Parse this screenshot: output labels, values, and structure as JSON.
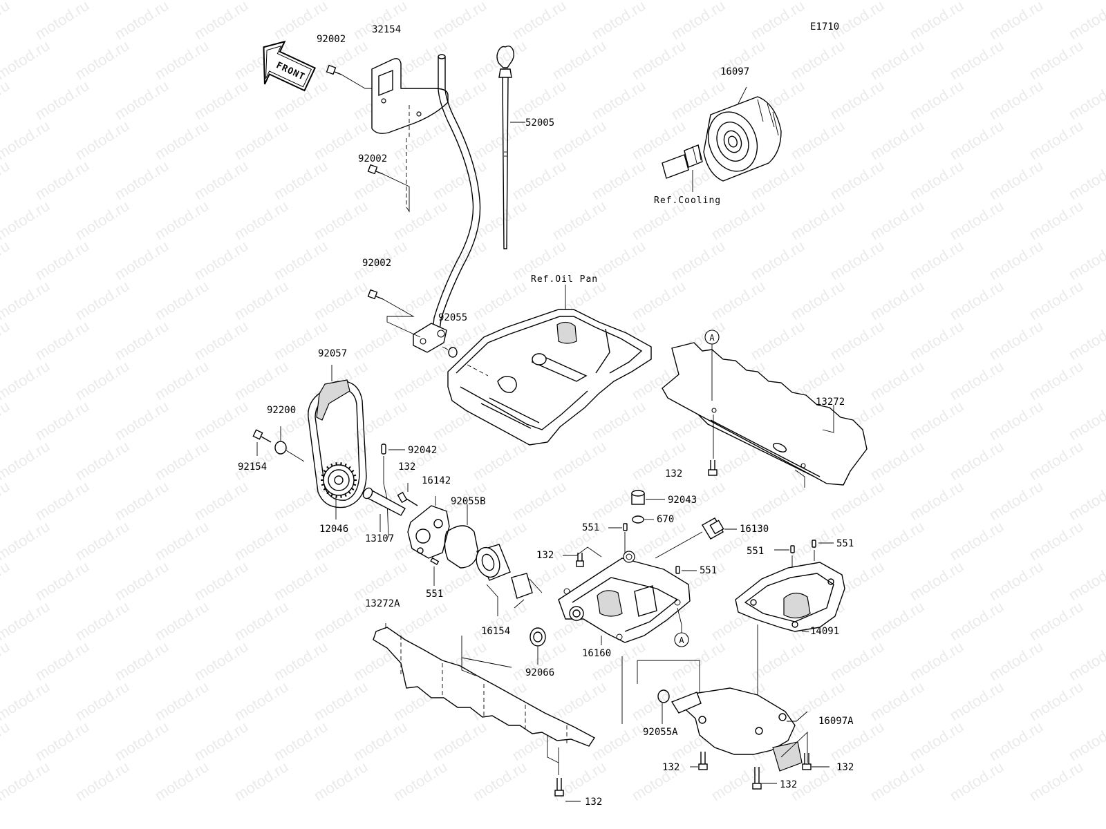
{
  "diagram_id": "E1710",
  "watermark": "motod.ru",
  "front_label": "FRONT",
  "ref_cooling": "Ref.Cooling",
  "ref_oil_pan": "Ref.Oil Pan",
  "marker_a": "A",
  "parts": {
    "p92002_a": "92002",
    "p32154": "32154",
    "p92002_b": "92002",
    "p52005": "52005",
    "p16097": "16097",
    "p92002_c": "92002",
    "p92055": "92055",
    "p92057": "92057",
    "p92200": "92200",
    "p92154": "92154",
    "p92042": "92042",
    "p132_pump": "132",
    "p16142": "16142",
    "p92055b": "92055B",
    "p12046": "12046",
    "p13107": "13107",
    "p551_pump": "551",
    "p13272": "13272",
    "p132_plate": "132",
    "p92043": "92043",
    "p670": "670",
    "p16130": "16130",
    "p551_a": "551",
    "p132_body": "132",
    "p551_b": "551",
    "p551_c": "551",
    "p551_d": "551",
    "p14091": "14091",
    "p16154": "16154",
    "p16160": "16160",
    "p92066": "92066",
    "p13272a": "13272A",
    "p92055a": "92055A",
    "p16097a": "16097A",
    "p132_l": "132",
    "p132_r": "132",
    "p132_m": "132",
    "p132_bottom": "132"
  }
}
